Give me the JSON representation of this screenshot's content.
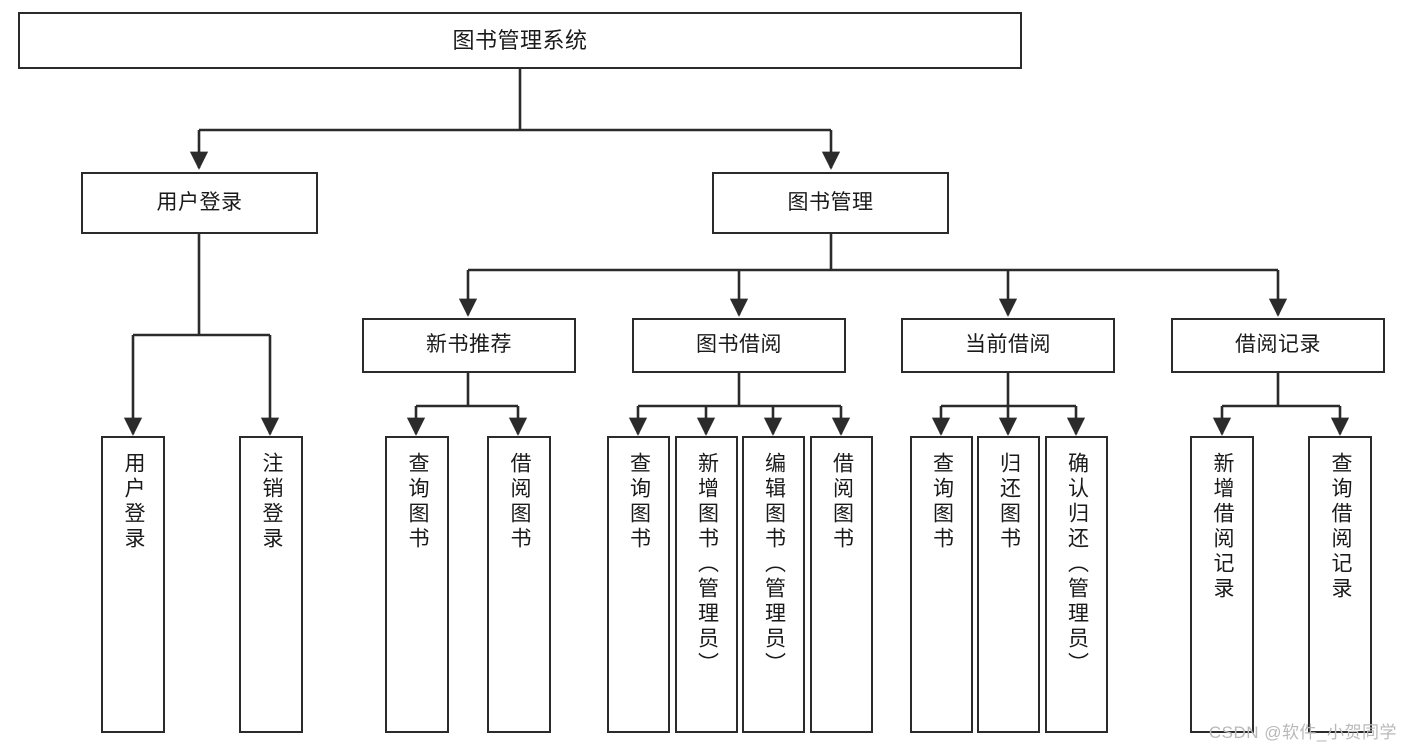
{
  "diagram": {
    "type": "tree",
    "title": "图书管理系统",
    "watermark": "CSDN @软件_小贺同学",
    "colors": {
      "box_border": "#2b2b2b",
      "box_fill": "#ffffff",
      "edge": "#2b2b2b",
      "text": "#1a1a1a",
      "watermark": "#b9b9b9",
      "background": "#ffffff"
    },
    "nodes": {
      "root": {
        "label": "图书管理系统"
      },
      "level2": [
        {
          "label": "用户登录"
        },
        {
          "label": "图书管理"
        }
      ],
      "level3": [
        {
          "label": "新书推荐"
        },
        {
          "label": "图书借阅"
        },
        {
          "label": "当前借阅"
        },
        {
          "label": "借阅记录"
        }
      ],
      "leaves": {
        "user_login": [
          {
            "label": "用户登录"
          },
          {
            "label": "注销登录"
          }
        ],
        "new_book_recommend": [
          {
            "label": "查询图书"
          },
          {
            "label": "借阅图书"
          }
        ],
        "book_borrow": [
          {
            "label": "查询图书"
          },
          {
            "label": "新增图书（管理员）"
          },
          {
            "label": "编辑图书（管理员）"
          },
          {
            "label": "借阅图书"
          }
        ],
        "current_borrow": [
          {
            "label": "查询图书"
          },
          {
            "label": "归还图书"
          },
          {
            "label": "确认归还（管理员）"
          }
        ],
        "borrow_record": [
          {
            "label": "新增借阅记录"
          },
          {
            "label": "查询借阅记录"
          }
        ]
      }
    }
  }
}
